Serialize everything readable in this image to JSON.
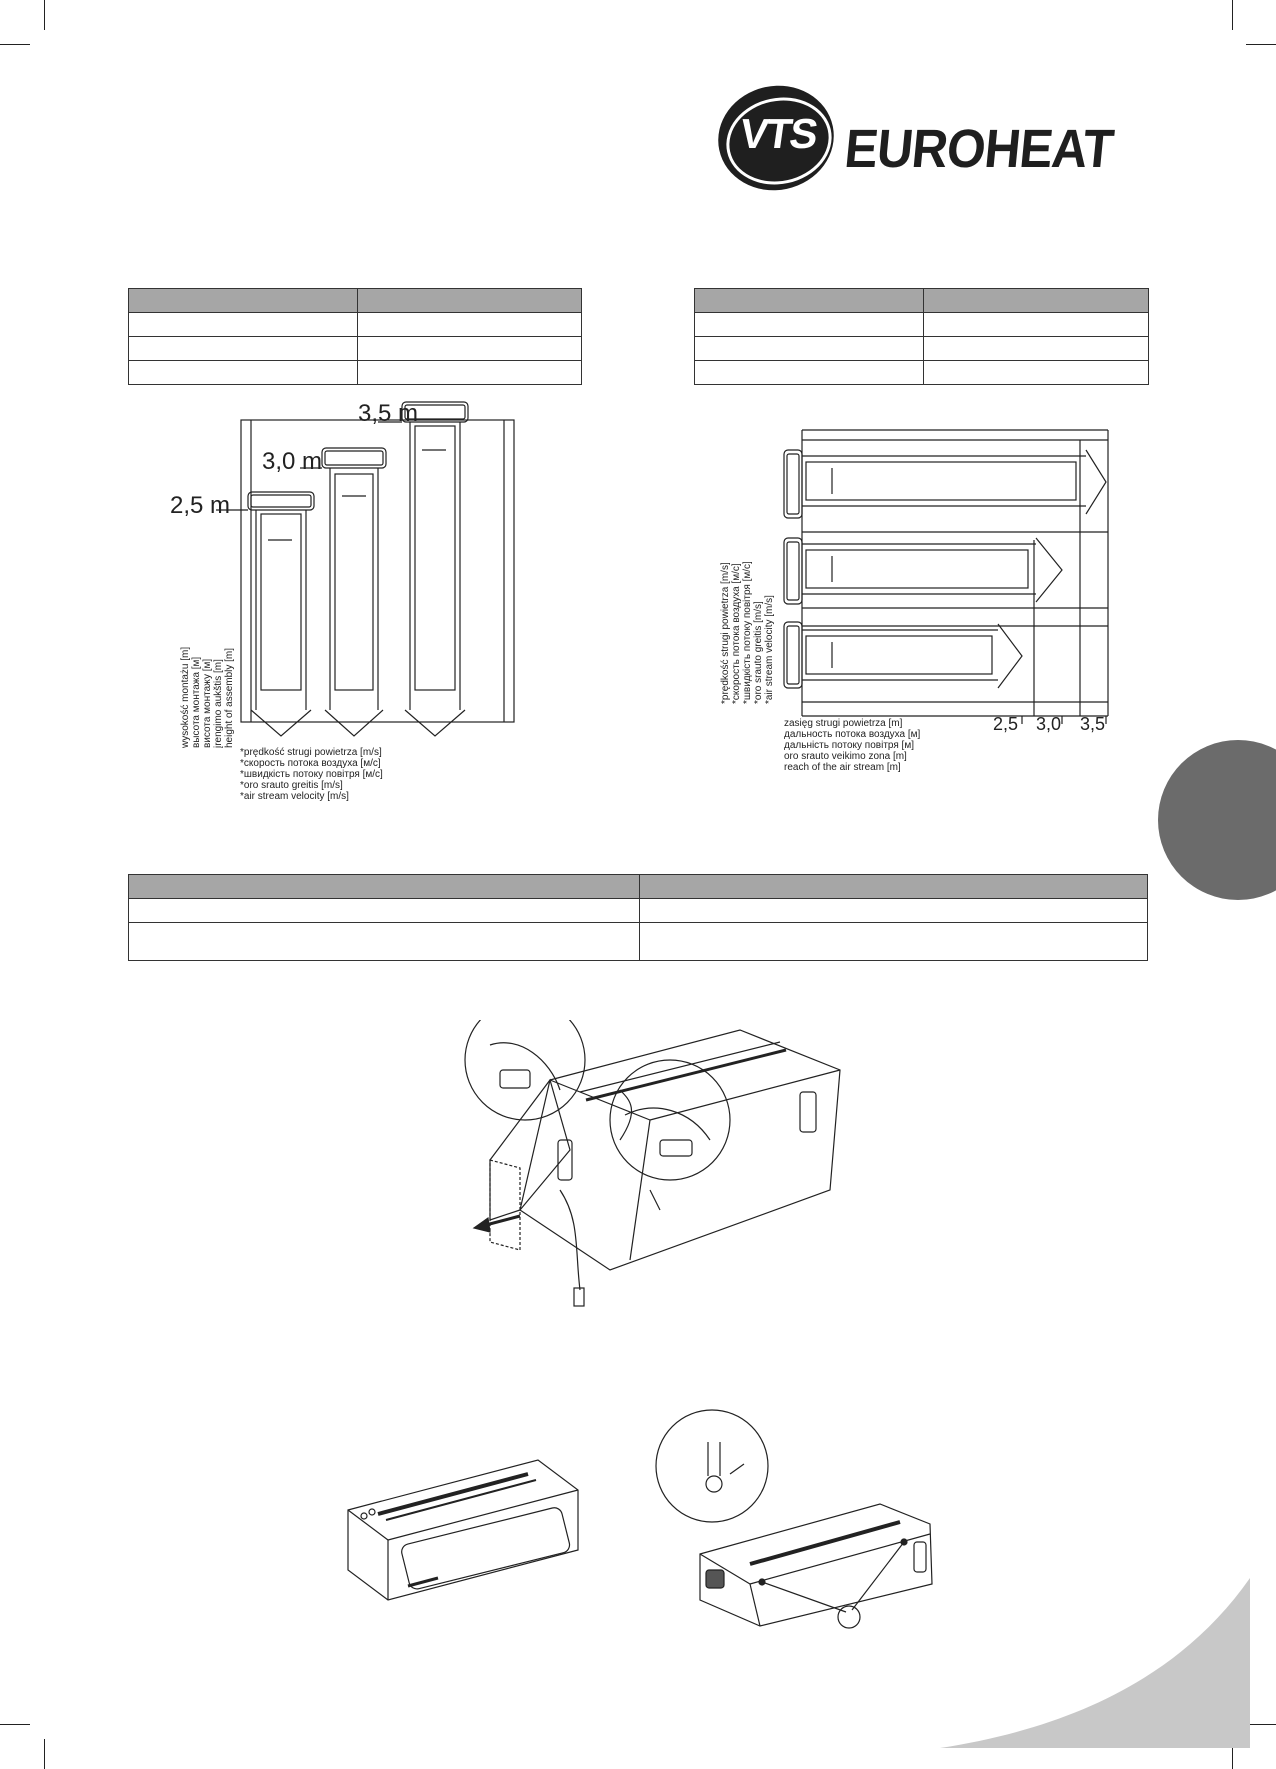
{
  "logo": {
    "mark_text": "VTS",
    "brand_text": "EUROHEAT"
  },
  "diagram_vertical": {
    "height_labels": [
      "2,5 m",
      "3,0 m",
      "3,5 m"
    ],
    "y_axis_label_lines": [
      "wysokość montażu [m]",
      "высота монтажа [м]",
      "висота монтажу [м]",
      "įrengimo aukštis [m]",
      "height of assembly [m]"
    ],
    "x_axis_label_lines": [
      "*prędkość strugi powietrza [m/s]",
      "*скорость потока воздуха [м/с]",
      "*швидкість потоку повітря [м/с]",
      "*oro srauto greitis [m/s]",
      "*air stream velocity [m/s]"
    ]
  },
  "diagram_horizontal": {
    "velocity_label_lines": [
      "*prędkość strugi powietrza [m/s]",
      "*скорость потока воздуха [м/с]",
      "*швидкість потоку повітря [м/с]",
      "*oro srauto greitis [m/s]",
      "*air stream velocity [m/s]"
    ],
    "reach_label_lines": [
      "zasięg strugi powietrza [m]",
      "дальность потока воздуха [м]",
      "дальність потоку повітря [м]",
      "oro srauto veikimo zona [m]",
      "reach of the air stream [m]"
    ],
    "reach_values": [
      "2,5",
      "3,0",
      "3,5"
    ]
  },
  "colors": {
    "table_header": "#a6a6a6",
    "ink": "#222222",
    "tab": "#6b6b6b",
    "corner": "#c8c8c8"
  }
}
